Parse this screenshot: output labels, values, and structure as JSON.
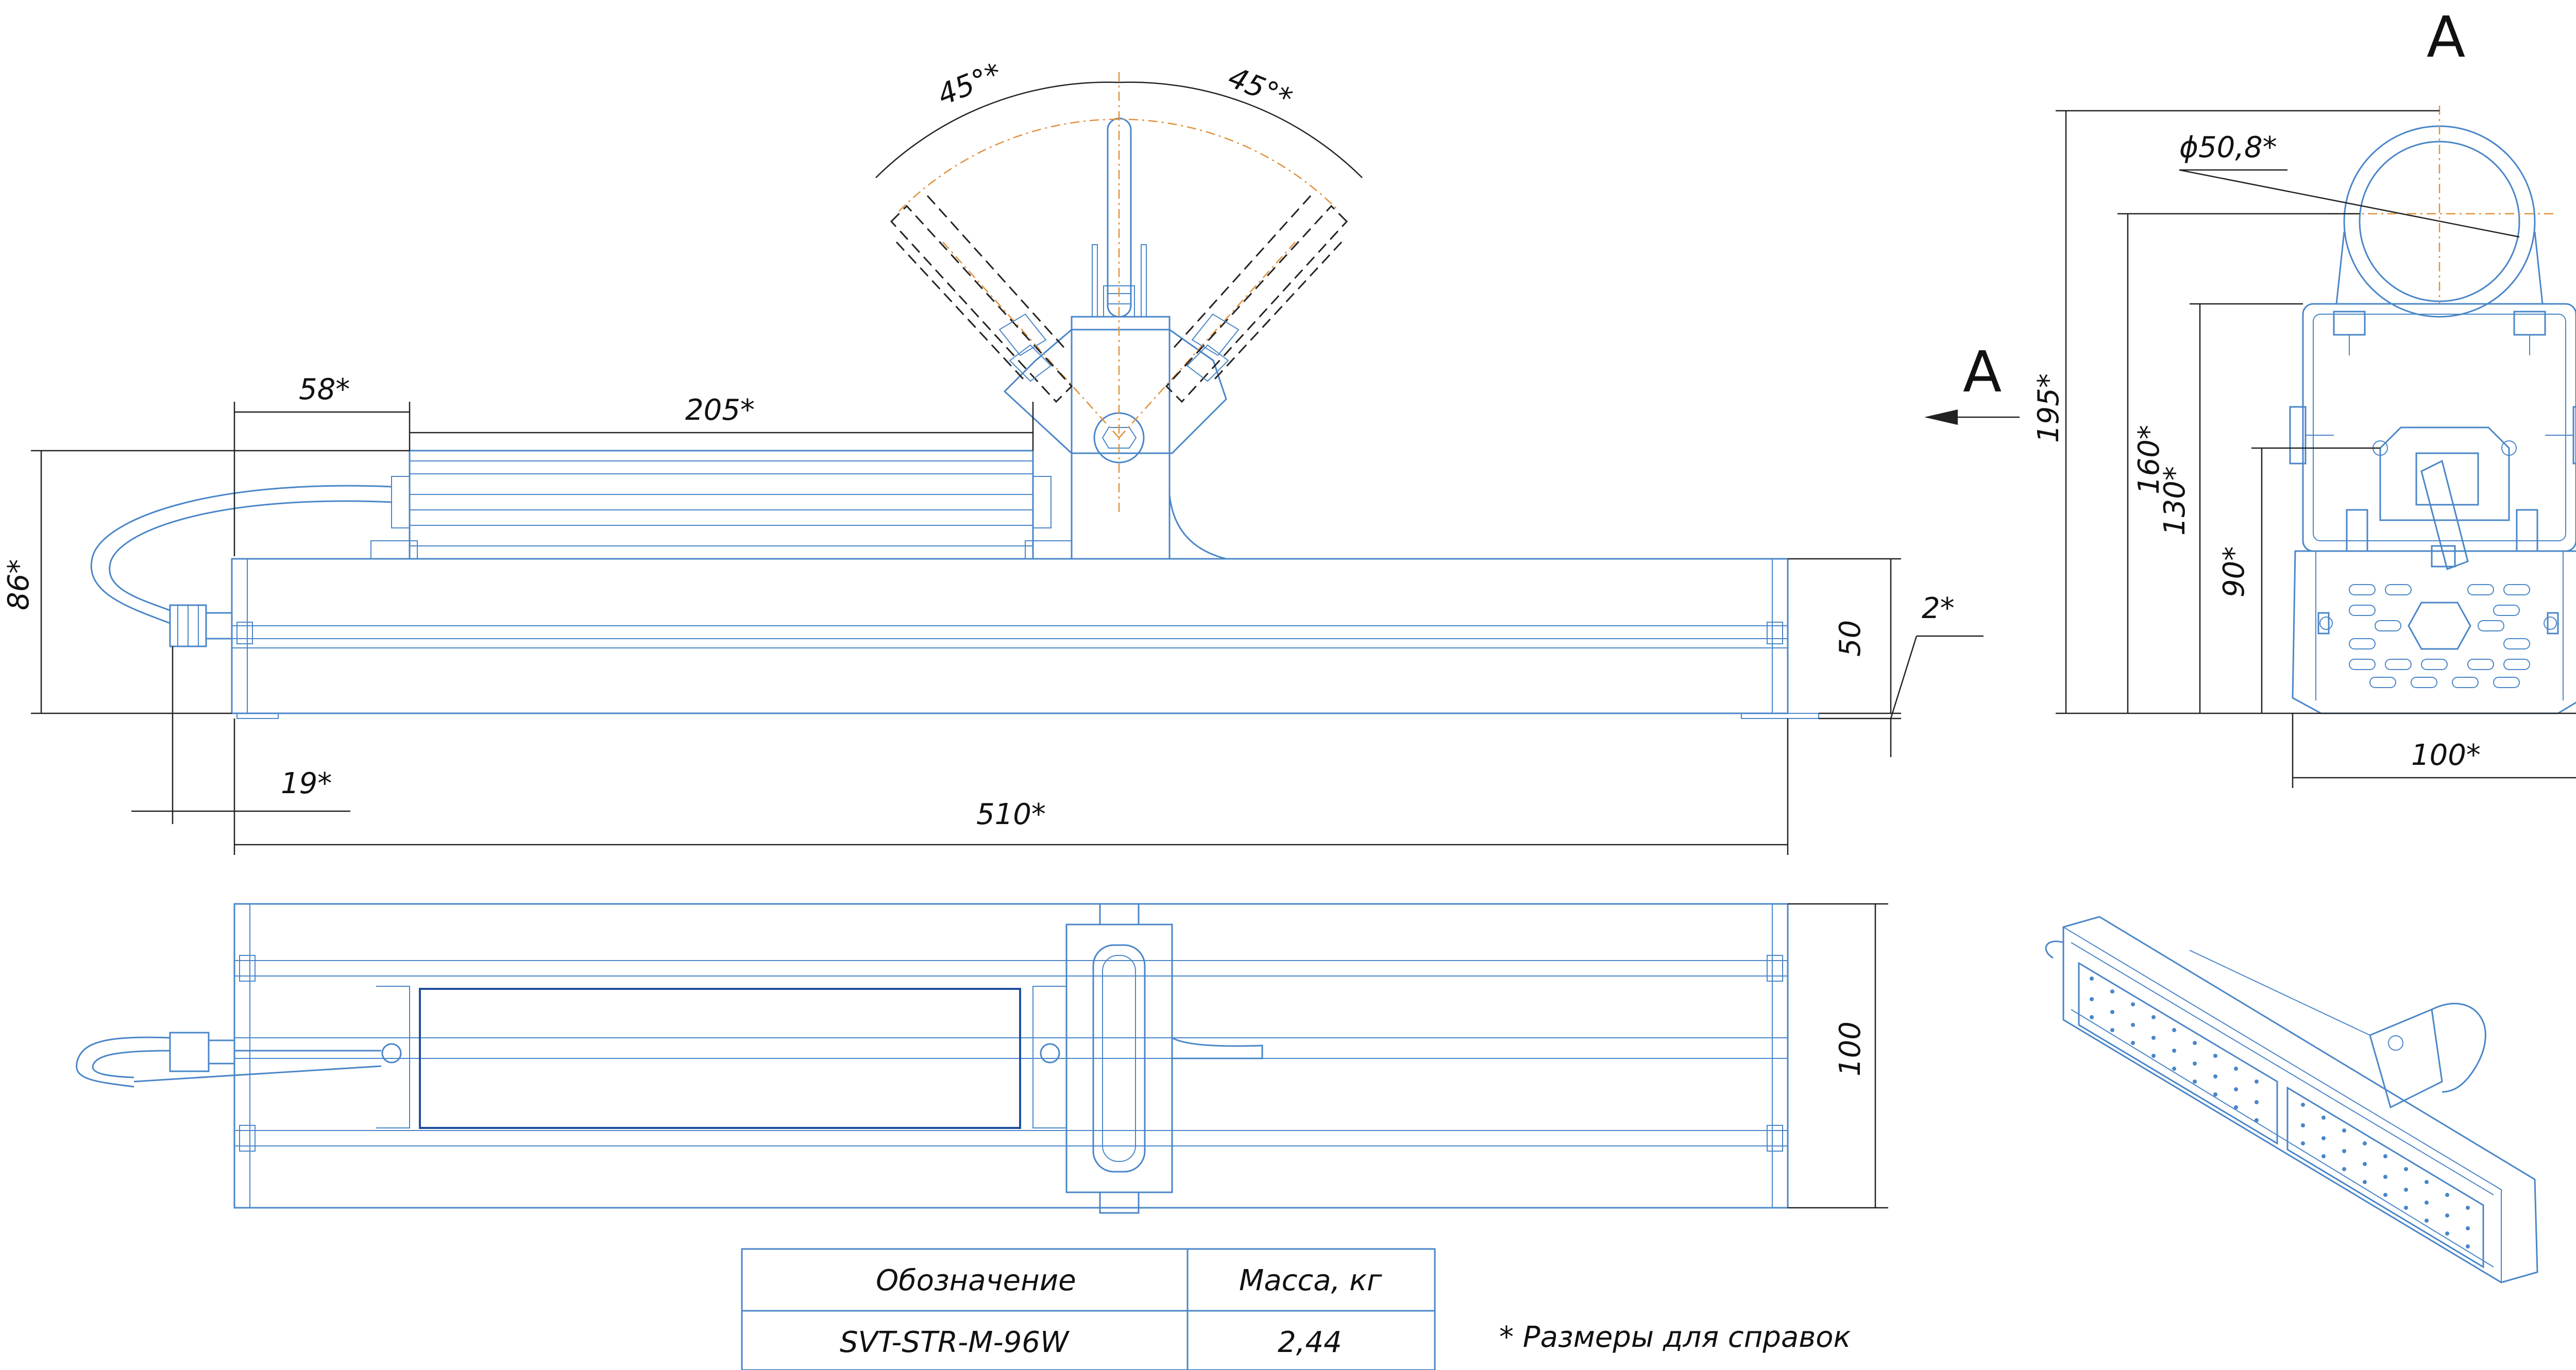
{
  "dimensions": {
    "angle_left": "45°*",
    "angle_right": "45°*",
    "d58": "58*",
    "d205": "205*",
    "d86": "86*",
    "d50": "50",
    "d2": "2*",
    "d19": "19*",
    "d510": "510*",
    "d100_plan": "100",
    "d195": "195*",
    "d160": "160*",
    "d130": "130*",
    "d90": "90*",
    "d100_side": "100*",
    "phi": "ϕ50,8*"
  },
  "view_labels": {
    "section_letter": "A",
    "arrow_letter": "A"
  },
  "table": {
    "headers": [
      "Обозначение",
      "Масса, кг"
    ],
    "row": [
      "SVT-STR-M-96W",
      "2,44"
    ]
  },
  "note": "* Размеры для справок",
  "colors": {
    "outline": "#4a86c8",
    "dimension": "#222222",
    "axis": "#e0913c"
  }
}
